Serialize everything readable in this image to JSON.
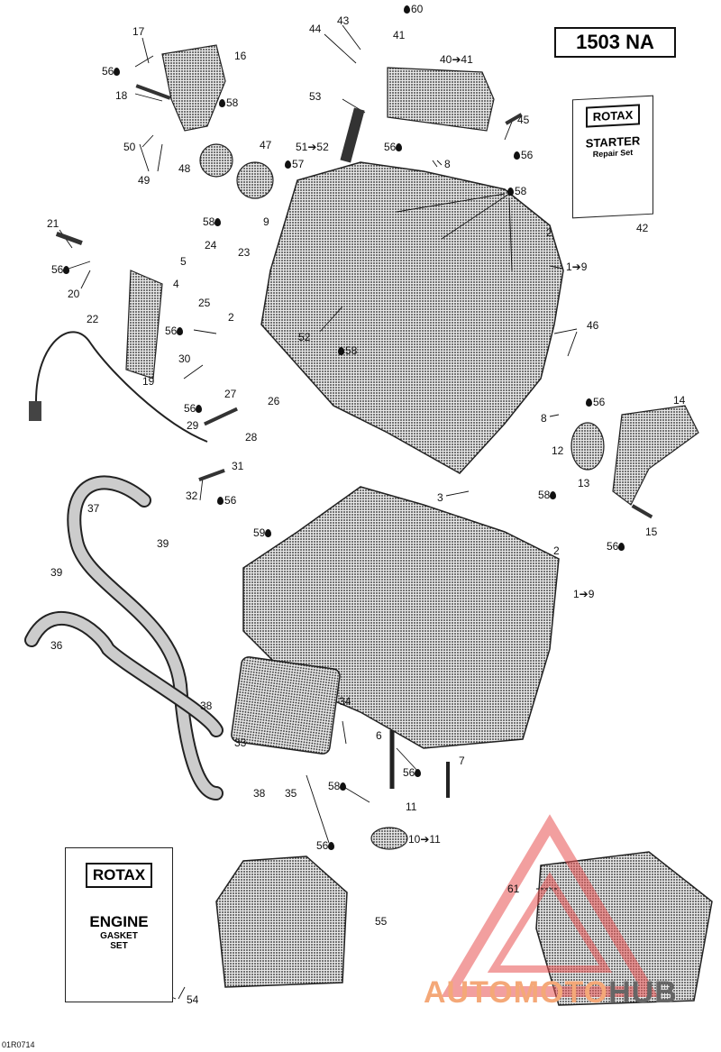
{
  "model": "1503 NA",
  "drawing_code": "01R0714",
  "watermark": {
    "main": "AUTOMOTO",
    "tail": "HUB"
  },
  "starter_book": {
    "brand": "ROTAX",
    "title": "STARTER",
    "subtitle": "Repair Set",
    "ref": "42"
  },
  "engine_book": {
    "brand": "ROTAX",
    "title": "ENGINE",
    "sub1": "GASKET",
    "sub2": "SET",
    "ref": "54"
  },
  "labels": [
    {
      "text": "60",
      "drop": true
    },
    {
      "text": "43"
    },
    {
      "text": "44"
    },
    {
      "text": "41"
    },
    {
      "text": "40➔41"
    },
    {
      "text": "17"
    },
    {
      "text": "16"
    },
    {
      "text": "56",
      "drop": true
    },
    {
      "text": "18"
    },
    {
      "text": "58",
      "drop": true
    },
    {
      "text": "53"
    },
    {
      "text": "45"
    },
    {
      "text": "50"
    },
    {
      "text": "47"
    },
    {
      "text": "51➔52"
    },
    {
      "text": "56",
      "drop": true
    },
    {
      "text": "49"
    },
    {
      "text": "48"
    },
    {
      "text": "57",
      "drop": true
    },
    {
      "text": "8"
    },
    {
      "text": "56",
      "drop": true
    },
    {
      "text": "58",
      "drop": true
    },
    {
      "text": "9"
    },
    {
      "text": "58",
      "drop": true
    },
    {
      "text": "2"
    },
    {
      "text": "21"
    },
    {
      "text": "24"
    },
    {
      "text": "23"
    },
    {
      "text": "5"
    },
    {
      "text": "56",
      "drop": true
    },
    {
      "text": "1➔9"
    },
    {
      "text": "20"
    },
    {
      "text": "4"
    },
    {
      "text": "25"
    },
    {
      "text": "22"
    },
    {
      "text": "2"
    },
    {
      "text": "46"
    },
    {
      "text": "56",
      "drop": true
    },
    {
      "text": "52"
    },
    {
      "text": "58",
      "drop": true
    },
    {
      "text": "30"
    },
    {
      "text": "19"
    },
    {
      "text": "27"
    },
    {
      "text": "26"
    },
    {
      "text": "56",
      "drop": true
    },
    {
      "text": "14"
    },
    {
      "text": "56",
      "drop": true
    },
    {
      "text": "8"
    },
    {
      "text": "29"
    },
    {
      "text": "28"
    },
    {
      "text": "12"
    },
    {
      "text": "31"
    },
    {
      "text": "32"
    },
    {
      "text": "56",
      "drop": true
    },
    {
      "text": "3"
    },
    {
      "text": "58",
      "drop": true
    },
    {
      "text": "13"
    },
    {
      "text": "37"
    },
    {
      "text": "39"
    },
    {
      "text": "59",
      "drop": true
    },
    {
      "text": "56",
      "drop": true
    },
    {
      "text": "15"
    },
    {
      "text": "2"
    },
    {
      "text": "39"
    },
    {
      "text": "1➔9"
    },
    {
      "text": "36"
    },
    {
      "text": "38"
    },
    {
      "text": "34"
    },
    {
      "text": "33"
    },
    {
      "text": "6"
    },
    {
      "text": "7"
    },
    {
      "text": "56",
      "drop": true
    },
    {
      "text": "38"
    },
    {
      "text": "35"
    },
    {
      "text": "58",
      "drop": true
    },
    {
      "text": "11"
    },
    {
      "text": "10➔11"
    },
    {
      "text": "56",
      "drop": true
    },
    {
      "text": "55"
    },
    {
      "text": "61"
    }
  ],
  "colors": {
    "ink": "#111111",
    "sketch": "#3a3a3a",
    "watermark_red": "#e85050"
  }
}
